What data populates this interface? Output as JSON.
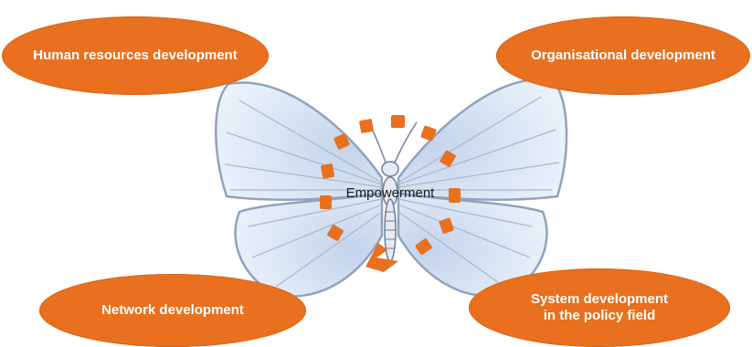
{
  "nodes": {
    "top_left": "Human resources development",
    "top_right": "Organisational development",
    "bottom_left": "Network development",
    "bottom_right_line1": "System development",
    "bottom_right_line2": "in the policy field"
  },
  "center": "Empowerment",
  "colors": {
    "accent": "#E8701F",
    "wing_fill": "#D6E4F3",
    "wing_edge": "#8FA3BD",
    "vein": "#A7B7CC",
    "text_dark": "#1a1a1a"
  },
  "icons": [
    "butterfly-illustration",
    "circular-arrow-icon"
  ]
}
